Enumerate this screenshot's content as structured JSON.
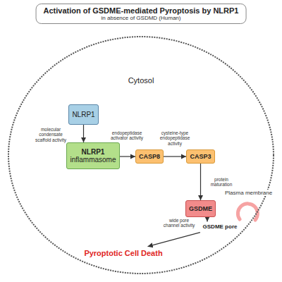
{
  "diagram": {
    "title": "Activation of GSDME-mediated Pyroptosis by NLRP1",
    "nodes": [
      {
        "text": [
          "Cytosol"
        ]
      },
      {
        "text": [
          "NLRP1"
        ],
        "in": 0
      },
      {
        "text": [
          "NLRP1",
          "inflammasome"
        ],
        "in": 0
      },
      {
        "text": [
          "CASP8"
        ],
        "in": 0
      },
      {
        "text": [
          "CASP3"
        ],
        "in": 0
      },
      {
        "text": [
          "GSDME"
        ],
        "in": 0
      },
      {
        "text": [
          "GSDME pore"
        ],
        "in": 0
      },
      {
        "text": [
          "Pyroptotic Cell Death"
        ],
        "in": 0
      }
    ],
    "edges": [
      {
        "from": 1,
        "to": 2,
        "arrow": "to",
        "label": "molecular condensate scaffold activity"
      },
      {
        "from": 2,
        "to": 3,
        "arrow": "to",
        "label": "endopeptidase activator activity"
      },
      {
        "from": 3,
        "to": 4,
        "arrow": "to",
        "label": "cysteine-type endopeptidase activity"
      },
      {
        "from": 4,
        "to": 5,
        "arrow": "to",
        "label": "protein maturation"
      },
      {
        "from": 5,
        "to": 6,
        "arrow": "to",
        "label": "wide pore channel activity"
      },
      {
        "from": 6,
        "to": 7,
        "arrow": "to"
      }
    ],
    "labels": [
      "in absence of GSDMD (Human)",
      "Plasma membrane"
    ]
  }
}
